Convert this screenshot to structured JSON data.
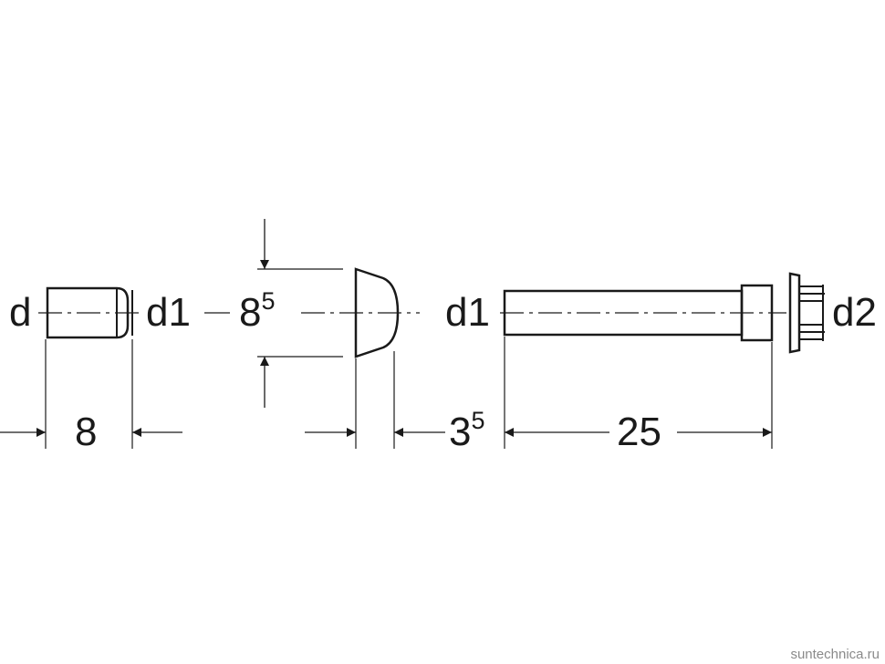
{
  "drawing": {
    "labels": {
      "d_left": "d",
      "d1_left": "d1",
      "height_base": "8",
      "height_sup": "5",
      "d1_right": "d1",
      "d2": "d2",
      "length_small": "8",
      "gap_base": "3",
      "gap_sup": "5",
      "length_long": "25"
    },
    "watermark": "suntechnica.ru",
    "line_color": "#1a1a1a"
  }
}
